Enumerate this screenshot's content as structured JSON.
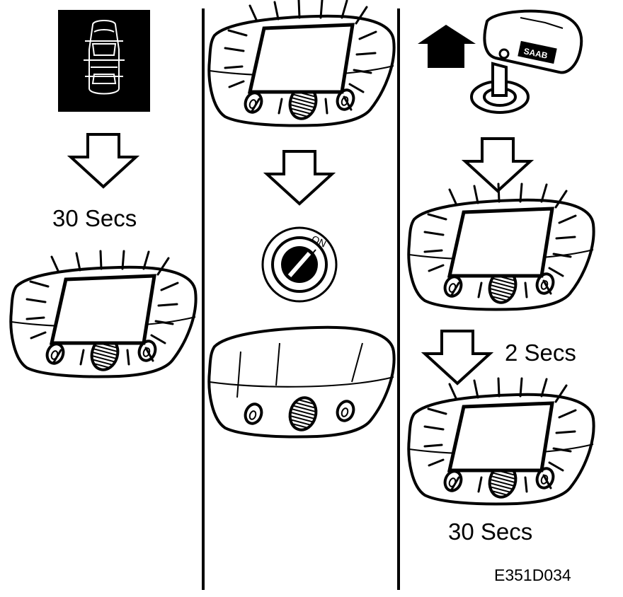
{
  "labels": {
    "col1_wait": "30 Secs",
    "col3_wait_short": "2 Secs",
    "col3_wait_long": "30 Secs",
    "figure_code": "E351D034"
  },
  "key": {
    "brand": "SAAB"
  },
  "ignition": {
    "position": "ON"
  },
  "colors": {
    "ink": "#000000",
    "paper": "#ffffff"
  }
}
